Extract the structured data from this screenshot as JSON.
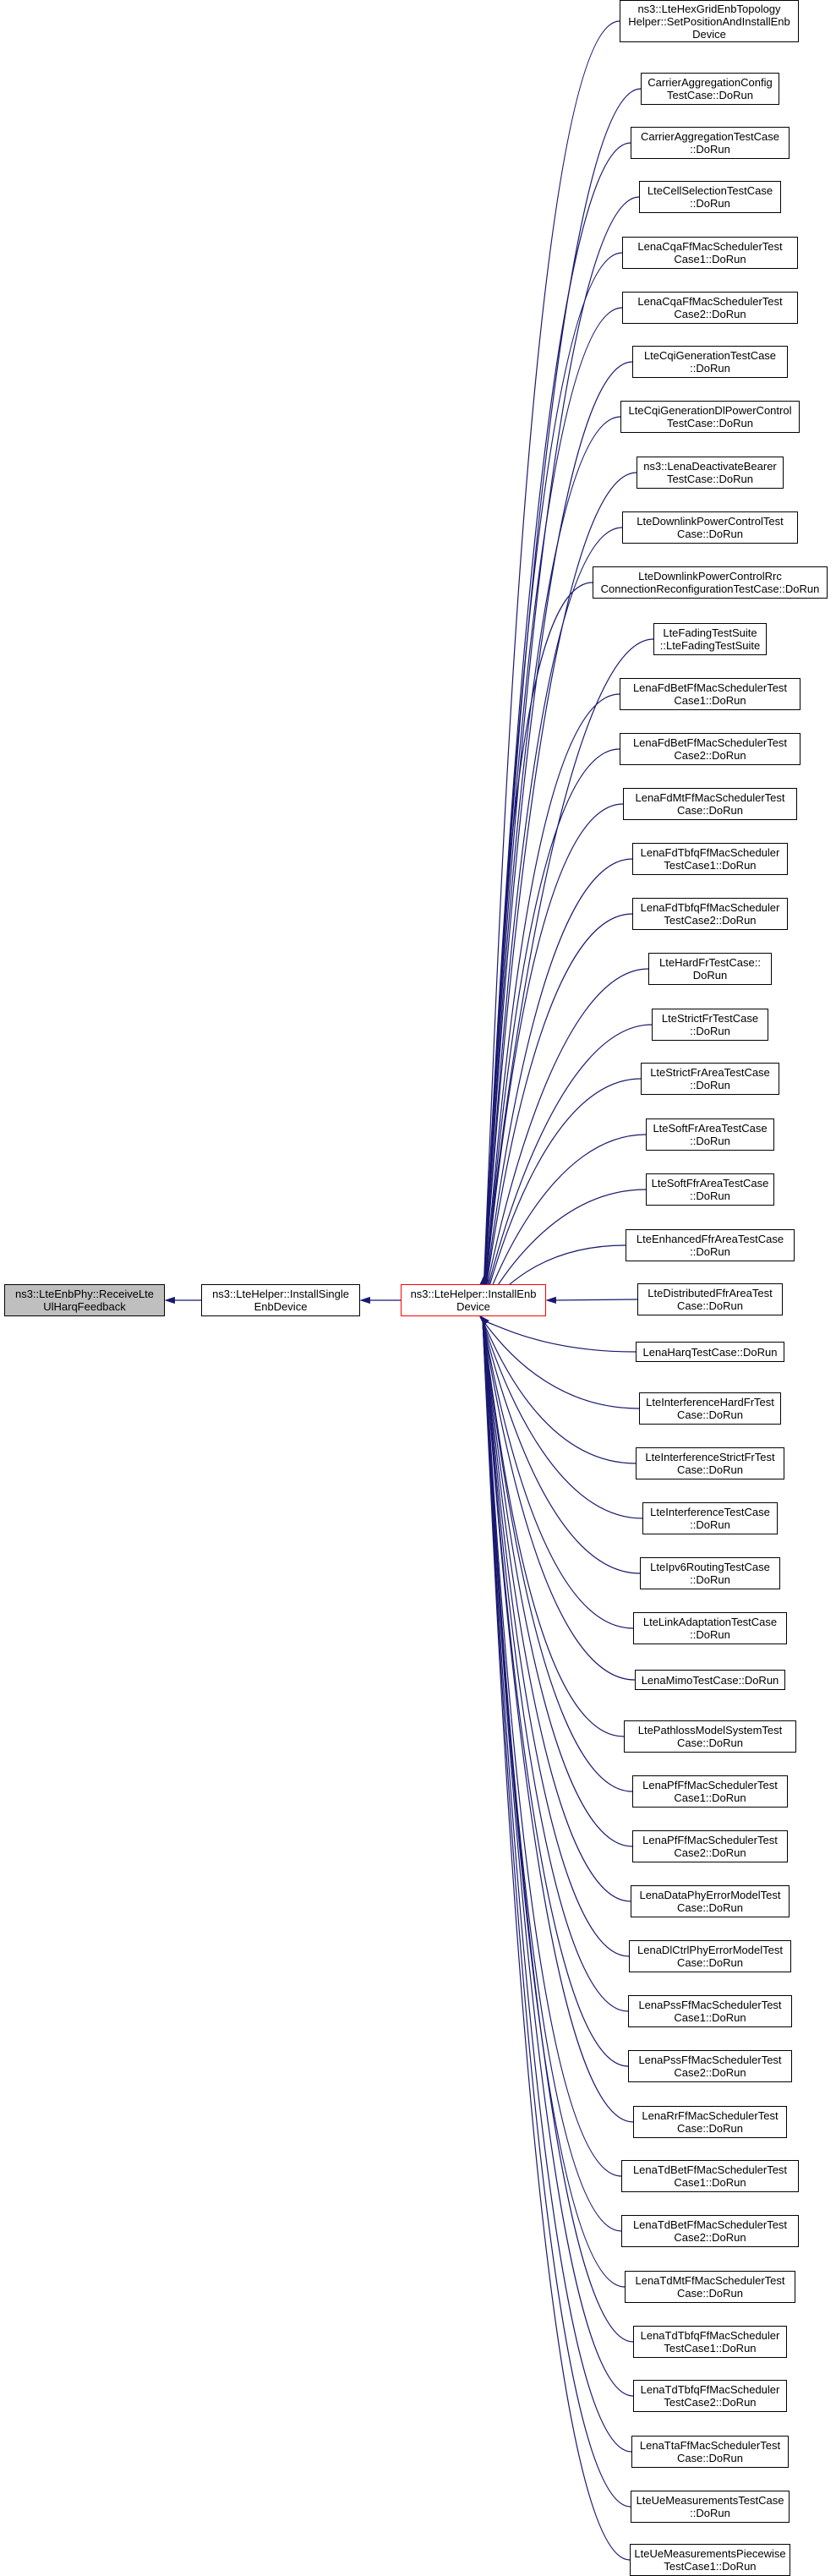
{
  "colors": {
    "edge": "#191970",
    "node_border": "#000000",
    "focus_fill": "#bfbfbf",
    "highlight_border": "#ff0000"
  },
  "nodes": {
    "focus": "ns3::LteEnbPhy::ReceiveLte\nUlHarqFeedback",
    "level1": "ns3::LteHelper::InstallSingle\nEnbDevice",
    "level2": "ns3::LteHelper::InstallEnb\nDevice"
  },
  "callers": [
    "ns3::LteHexGridEnbTopology\nHelper::SetPositionAndInstallEnb\nDevice",
    "CarrierAggregationConfig\nTestCase::DoRun",
    "CarrierAggregationTestCase\n::DoRun",
    "LteCellSelectionTestCase\n::DoRun",
    "LenaCqaFfMacSchedulerTest\nCase1::DoRun",
    "LenaCqaFfMacSchedulerTest\nCase2::DoRun",
    "LteCqiGenerationTestCase\n::DoRun",
    "LteCqiGenerationDlPowerControl\nTestCase::DoRun",
    "ns3::LenaDeactivateBearer\nTestCase::DoRun",
    "LteDownlinkPowerControlTest\nCase::DoRun",
    "LteDownlinkPowerControlRrc\nConnectionReconfigurationTestCase::DoRun",
    "LteFadingTestSuite\n::LteFadingTestSuite",
    "LenaFdBetFfMacSchedulerTest\nCase1::DoRun",
    "LenaFdBetFfMacSchedulerTest\nCase2::DoRun",
    "LenaFdMtFfMacSchedulerTest\nCase::DoRun",
    "LenaFdTbfqFfMacScheduler\nTestCase1::DoRun",
    "LenaFdTbfqFfMacScheduler\nTestCase2::DoRun",
    "LteHardFrTestCase::\nDoRun",
    "LteStrictFrTestCase\n::DoRun",
    "LteStrictFrAreaTestCase\n::DoRun",
    "LteSoftFrAreaTestCase\n::DoRun",
    "LteSoftFfrAreaTestCase\n::DoRun",
    "LteEnhancedFfrAreaTestCase\n::DoRun",
    "LteDistributedFfrAreaTest\nCase::DoRun",
    "LenaHarqTestCase::DoRun",
    "LteInterferenceHardFrTest\nCase::DoRun",
    "LteInterferenceStrictFrTest\nCase::DoRun",
    "LteInterferenceTestCase\n::DoRun",
    "LteIpv6RoutingTestCase\n::DoRun",
    "LteLinkAdaptationTestCase\n::DoRun",
    "LenaMimoTestCase::DoRun",
    "LtePathlossModelSystemTest\nCase::DoRun",
    "LenaPfFfMacSchedulerTest\nCase1::DoRun",
    "LenaPfFfMacSchedulerTest\nCase2::DoRun",
    "LenaDataPhyErrorModelTest\nCase::DoRun",
    "LenaDlCtrlPhyErrorModelTest\nCase::DoRun",
    "LenaPssFfMacSchedulerTest\nCase1::DoRun",
    "LenaPssFfMacSchedulerTest\nCase2::DoRun",
    "LenaRrFfMacSchedulerTest\nCase::DoRun",
    "LenaTdBetFfMacSchedulerTest\nCase1::DoRun",
    "LenaTdBetFfMacSchedulerTest\nCase2::DoRun",
    "LenaTdMtFfMacSchedulerTest\nCase::DoRun",
    "LenaTdTbfqFfMacScheduler\nTestCase1::DoRun",
    "LenaTdTbfqFfMacScheduler\nTestCase2::DoRun",
    "LenaTtaFfMacSchedulerTest\nCase::DoRun",
    "LteUeMeasurementsTestCase\n::DoRun",
    "LteUeMeasurementsPiecewise\nTestCase1::DoRun"
  ]
}
